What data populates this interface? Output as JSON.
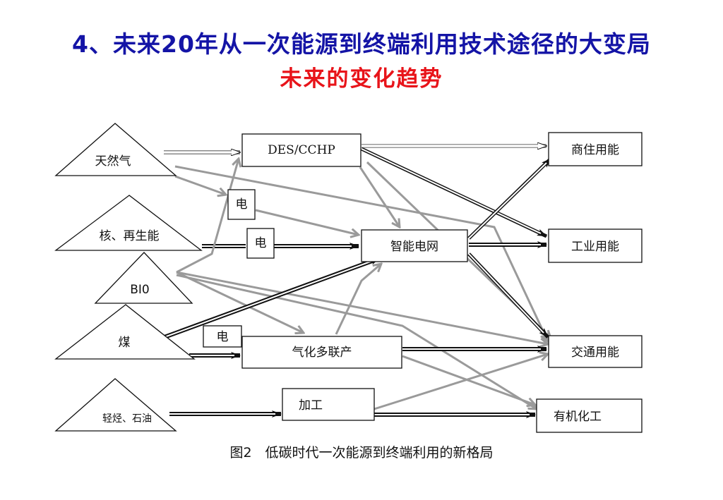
{
  "title": "4、未来20年从一次能源到终端利用技术途径的大变局",
  "subtitle": "未来的变化趋势",
  "caption": "图2　低碳时代一次能源到终端利用的新格局",
  "sources": {
    "natural_gas": "天然气",
    "nuclear_renewable": "核、再生能",
    "bio": "BI0",
    "coal": "煤",
    "light_oil": "轻烃、石油"
  },
  "processes": {
    "des_cchp": "DES/CCHP",
    "electricity_1": "电",
    "electricity_2": "电",
    "electricity_3": "电",
    "smart_grid": "智能电网",
    "gasification_polygen": "气化多联产",
    "processing": "加工"
  },
  "end_uses": {
    "commercial_residential": "商住用能",
    "industrial": "工业用能",
    "transport": "交通用能",
    "organic_chemical": "有机化工"
  },
  "colors": {
    "title": "#1414a6",
    "subtitle": "#e8141a",
    "arrow_dark": "#111111",
    "arrow_gray": "#9a9a9a"
  }
}
